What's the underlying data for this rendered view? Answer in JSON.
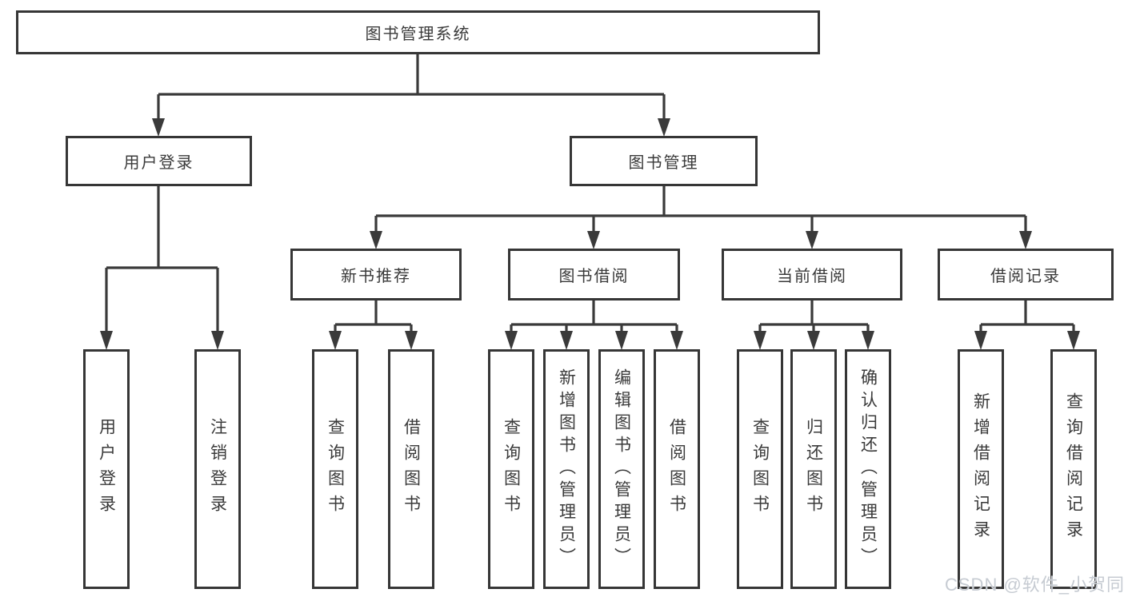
{
  "diagram": {
    "type": "tree-diagram",
    "colors": {
      "line": "#3a3a3a",
      "border": "#363636",
      "text": "#3a3a3a",
      "background": "#ffffff",
      "watermark": "#c6cbd2"
    },
    "tree": {
      "root": {
        "label": "图书管理系统"
      },
      "level2": [
        {
          "label": "用户登录",
          "children": [
            "用户登录",
            "注销登录"
          ]
        },
        {
          "label": "图书管理"
        }
      ],
      "level3": [
        {
          "label": "新书推荐",
          "children": [
            "查询图书",
            "借阅图书"
          ]
        },
        {
          "label": "图书借阅",
          "children": [
            "查询图书",
            "新增图书（管理员）",
            "编辑图书（管理员）",
            "借阅图书"
          ]
        },
        {
          "label": "当前借阅",
          "children": [
            "查询图书",
            "归还图书",
            "确认归还（管理员）"
          ]
        },
        {
          "label": "借阅记录",
          "children": [
            "新增借阅记录",
            "查询借阅记录"
          ]
        }
      ]
    }
  },
  "watermark": {
    "text": "CSDN @软件_小贺同学"
  }
}
